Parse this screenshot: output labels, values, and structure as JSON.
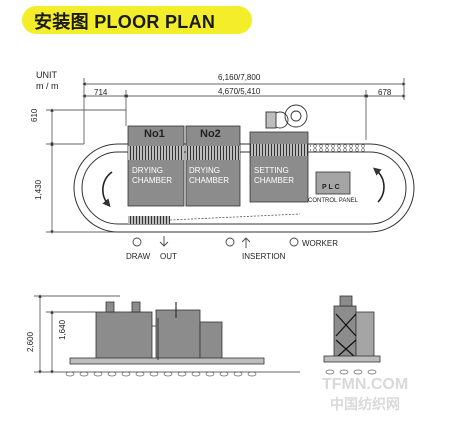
{
  "title": "安装图 PLOOR PLAN",
  "unit": {
    "line1": "UNIT",
    "line2": "m / m"
  },
  "dimensions": {
    "overall": "6,160/7,800",
    "left": "714",
    "middle": "4,670/5,410",
    "right": "678",
    "top_height": "610",
    "side_height": "1,430",
    "elev_total": "2,600",
    "elev_inner": "1,640"
  },
  "chambers": {
    "no1": "No1",
    "no2": "No2",
    "drying1": "DRYING CHAMBER",
    "drying2": "DRYING CHAMBER",
    "setting": "SETTING CHAMBER",
    "plc": "P L C",
    "control_panel": "CONTROL PANEL"
  },
  "labels": {
    "draw": "DRAW",
    "out": "OUT",
    "insertion": "INSERTION",
    "worker": "WORKER"
  },
  "watermark": {
    "line1": "TFMN.COM",
    "line2": "中国纺织网"
  },
  "colors": {
    "title_bg": "#f4ee2a",
    "chamber_fill": "#8c8c8c",
    "line": "#333333"
  }
}
